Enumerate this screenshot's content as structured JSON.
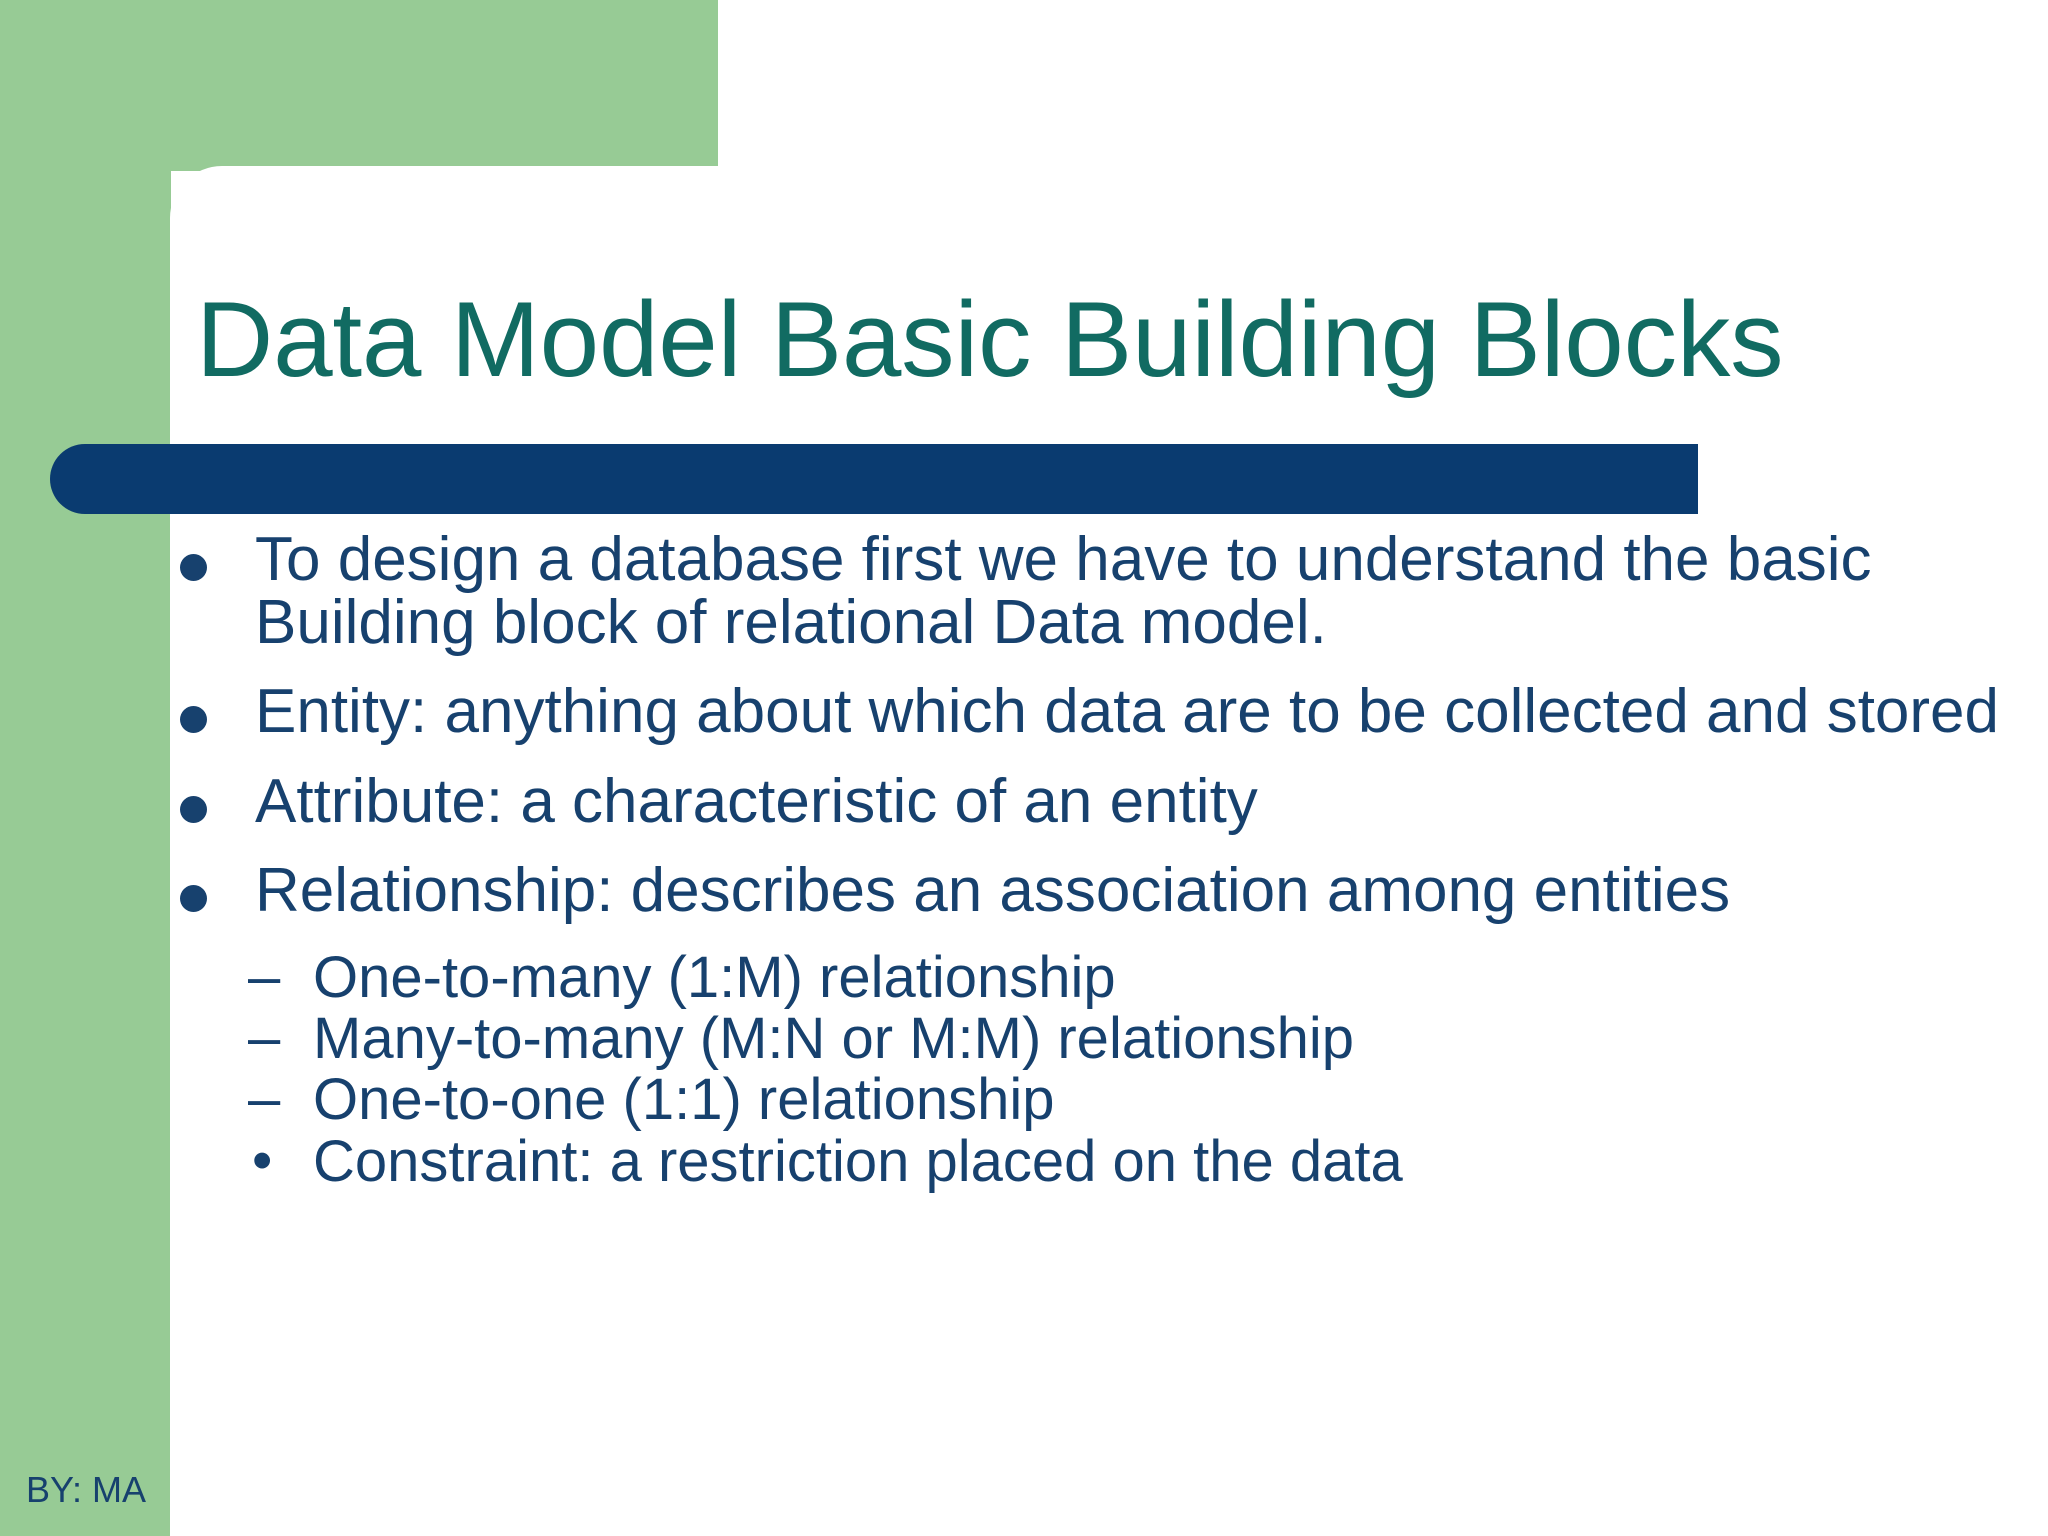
{
  "slide": {
    "title": "Data Model Basic Building Blocks",
    "author_note": "BY: MA",
    "colors": {
      "green_panel": "#97cb95",
      "title_text": "#116B62",
      "title_bar": "#0A3B70",
      "body_text": "#17416E",
      "background": "#ffffff"
    },
    "bullets": [
      {
        "marker": "round-bullet",
        "text": "To design a database first we have to understand the basic Building block of  relational Data model."
      },
      {
        "marker": "round-bullet",
        "text": "Entity: anything about which data are to be collected and stored"
      },
      {
        "marker": "round-bullet",
        "text": "Attribute: a characteristic of an entity"
      },
      {
        "marker": "round-bullet",
        "text": "Relationship: describes an association among entities"
      }
    ],
    "sub_bullets": [
      {
        "marker": "–",
        "text": "One-to-many (1:M) relationship"
      },
      {
        "marker": "–",
        "text": "Many-to-many (M:N or M:M) relationship"
      },
      {
        "marker": "–",
        "text": "One-to-one (1:1) relationship"
      },
      {
        "marker": "•",
        "text": "Constraint: a restriction placed on the data"
      }
    ]
  }
}
